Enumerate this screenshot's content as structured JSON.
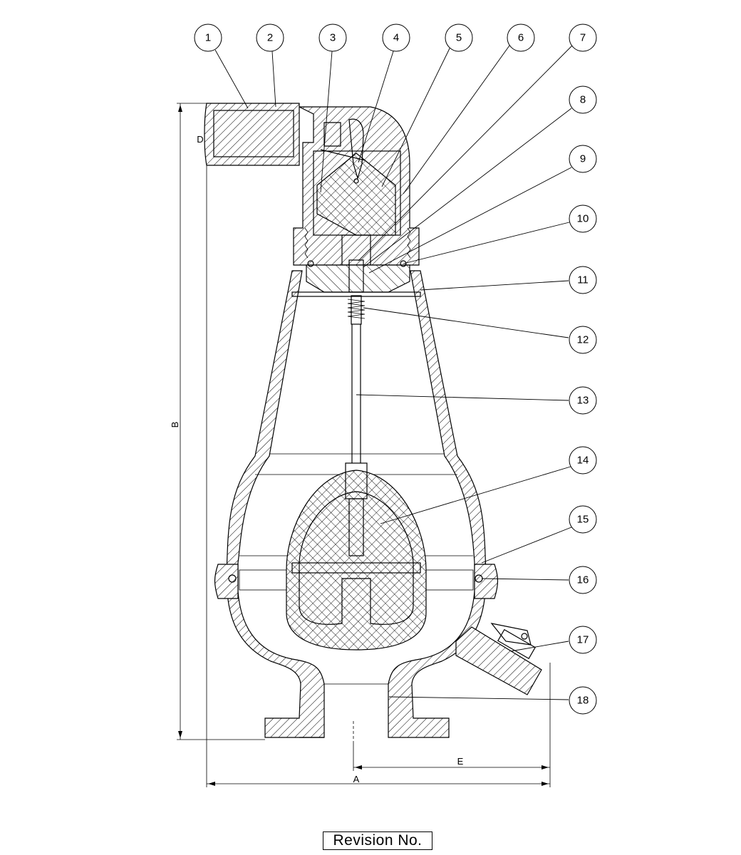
{
  "balloons": [
    "1",
    "2",
    "3",
    "4",
    "5",
    "6",
    "7",
    "8",
    "9",
    "10",
    "11",
    "12",
    "13",
    "14",
    "15",
    "16",
    "17",
    "18"
  ],
  "dimensions": {
    "A": "A",
    "B": "B",
    "D": "D",
    "E": "E"
  },
  "revision": {
    "label": "Revision No."
  }
}
